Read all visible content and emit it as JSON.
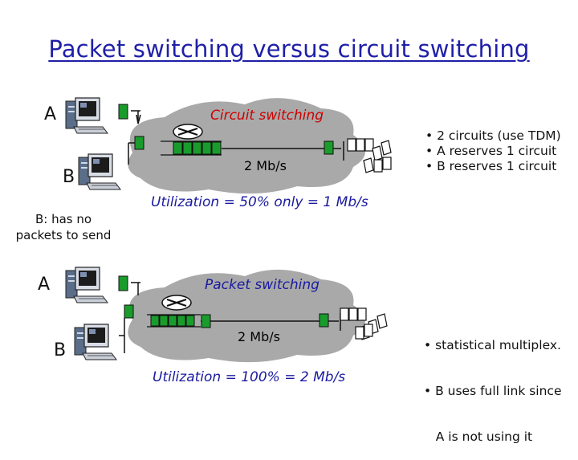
{
  "title": "Packet switching versus circuit switching",
  "circuit": {
    "host_a": "A",
    "host_b": "B",
    "heading": "Circuit switching",
    "link_rate": "2 Mb/s",
    "b_note_line1": "B: has no",
    "b_note_line2": "packets to send",
    "utilization": "Utilization = 50% only = 1 Mb/s",
    "bullets": [
      "• 2 circuits (use TDM)",
      "• A reserves 1 circuit",
      "• B reserves 1 circuit"
    ]
  },
  "packet": {
    "host_a": "A",
    "host_b": "B",
    "heading": "Packet switching",
    "link_rate": "2 Mb/s",
    "utilization": "Utilization = 100% = 2 Mb/s",
    "bullets": [
      "• statistical multiplex.",
      "• B uses full link since",
      "   A is not using it"
    ]
  },
  "colors": {
    "title": "#1f1fa8",
    "circuit_heading": "#cc0000",
    "packet_heading": "#1a1aa0",
    "packet_green": "#1a9c2c",
    "cloud_gray": "#a9a9a9"
  }
}
